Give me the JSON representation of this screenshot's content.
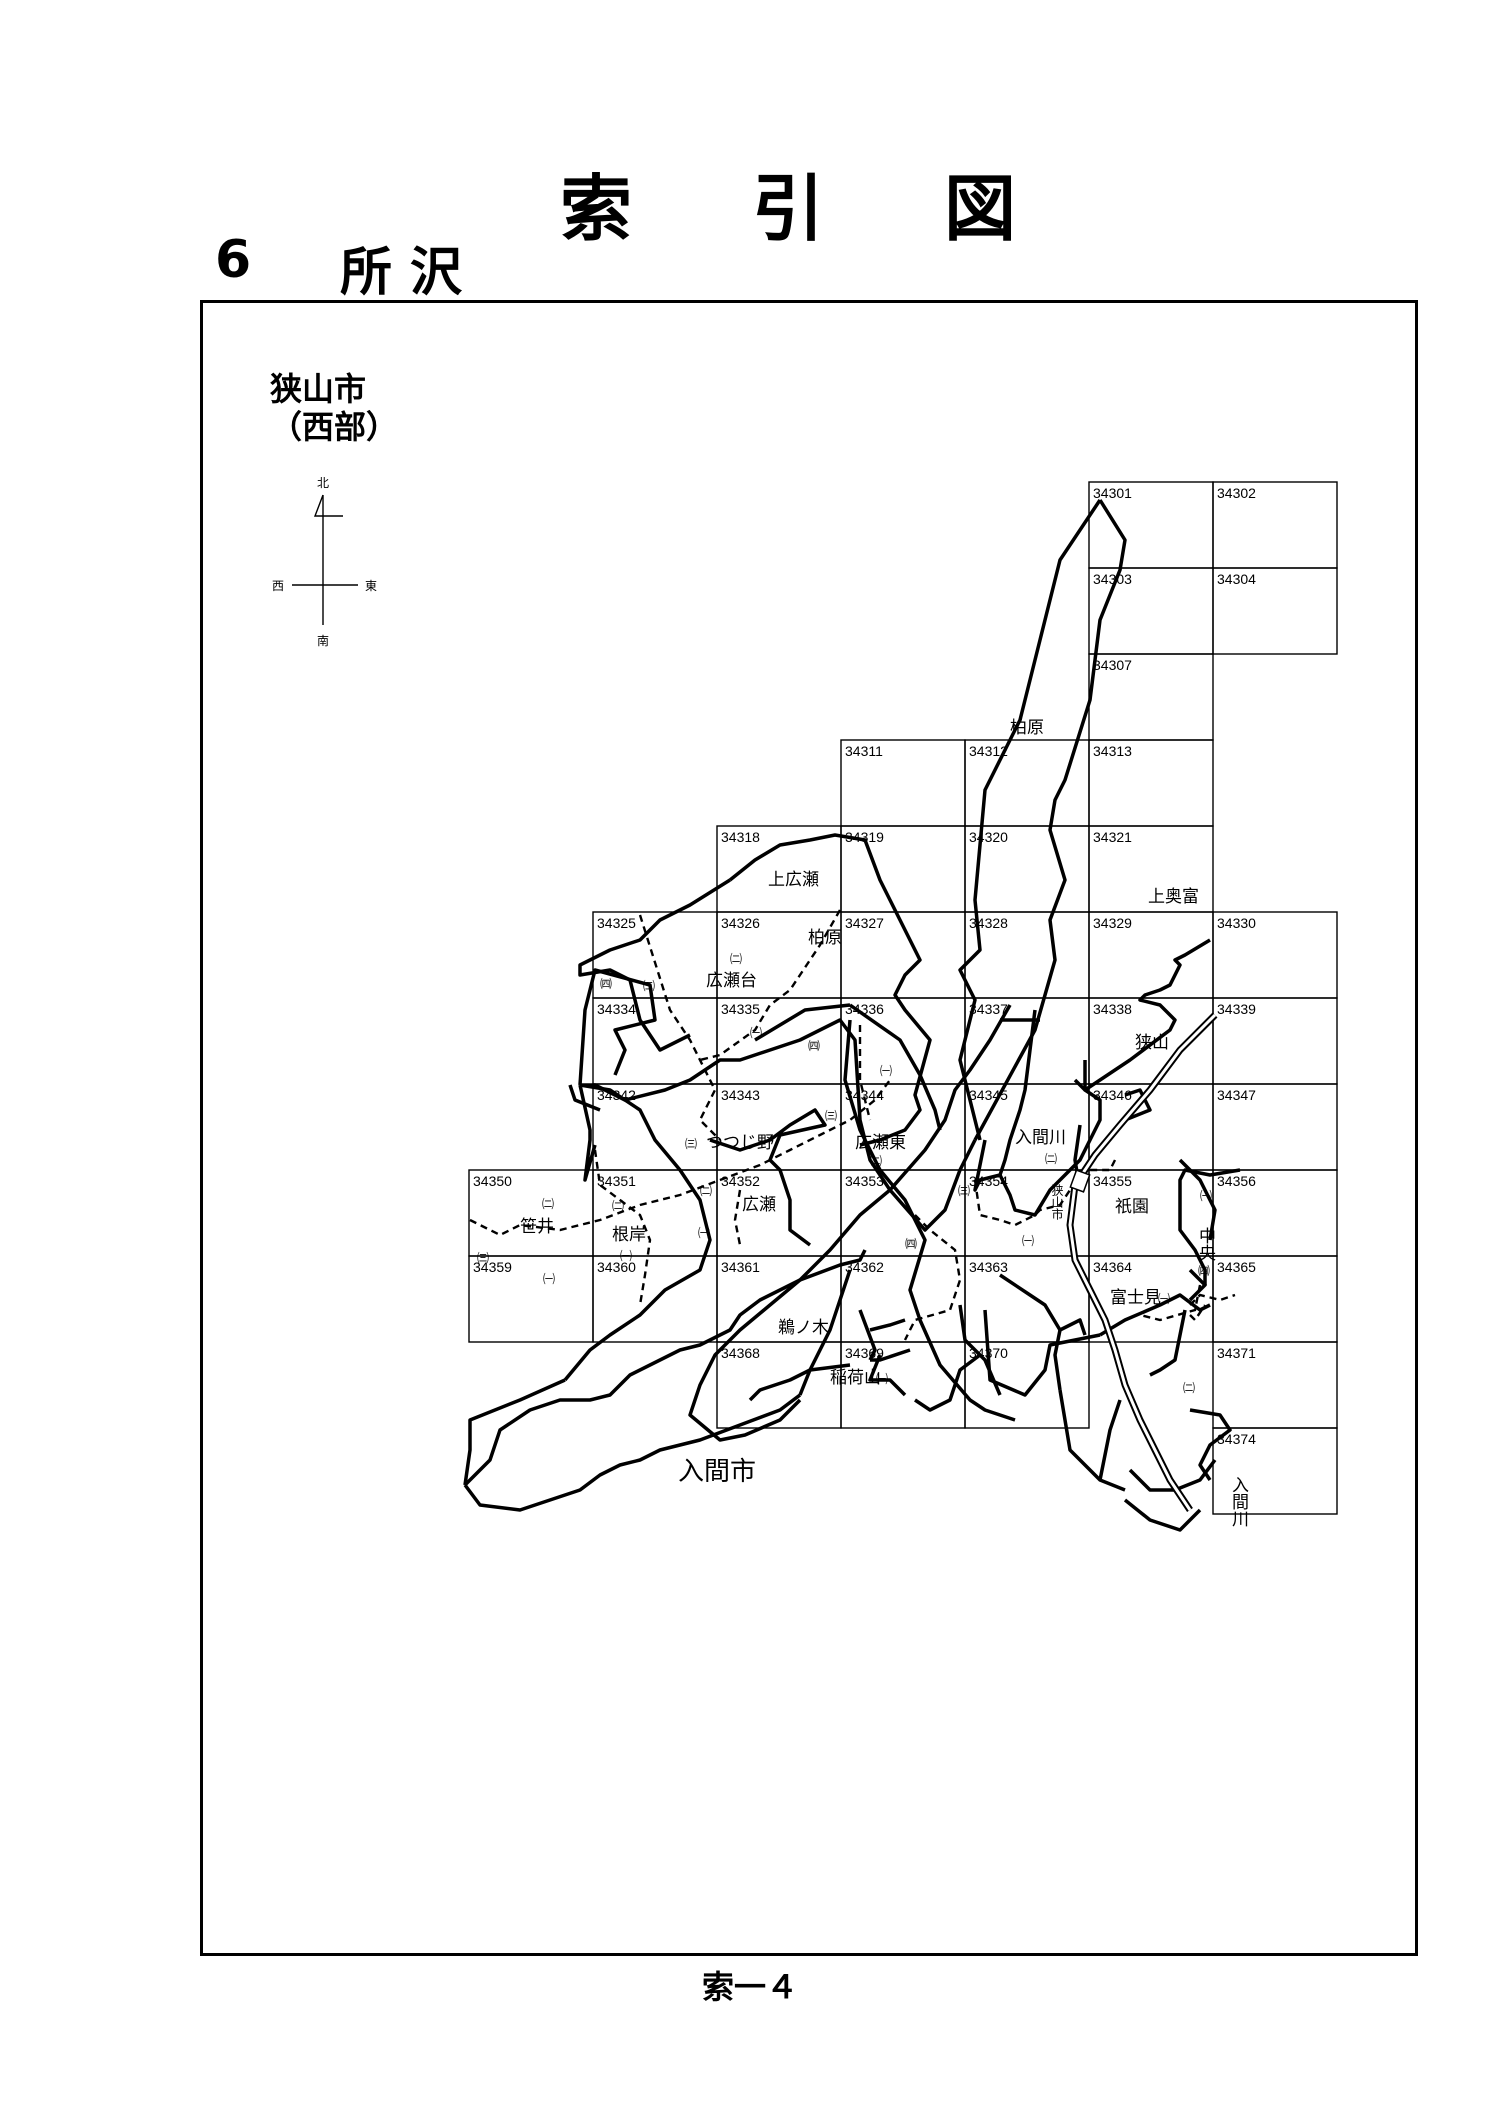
{
  "header": {
    "title_chars": [
      "索",
      "引",
      "図"
    ],
    "section_number": "6",
    "section_name": "所沢"
  },
  "region": {
    "line1": "狭山市",
    "line2": "（西部）"
  },
  "compass": {
    "north": "北",
    "south": "南",
    "east": "東",
    "west": "西"
  },
  "grid_cells": [
    {
      "id": "34301",
      "col": 6,
      "row": 0
    },
    {
      "id": "34302",
      "col": 7,
      "row": 0
    },
    {
      "id": "34303",
      "col": 6,
      "row": 1
    },
    {
      "id": "34304",
      "col": 7,
      "row": 1
    },
    {
      "id": "34307",
      "col": 6,
      "row": 2
    },
    {
      "id": "34311",
      "col": 4,
      "row": 3
    },
    {
      "id": "34312",
      "col": 5,
      "row": 3
    },
    {
      "id": "34313",
      "col": 6,
      "row": 3
    },
    {
      "id": "34318",
      "col": 3,
      "row": 4
    },
    {
      "id": "34319",
      "col": 4,
      "row": 4
    },
    {
      "id": "34320",
      "col": 5,
      "row": 4
    },
    {
      "id": "34321",
      "col": 6,
      "row": 4
    },
    {
      "id": "34325",
      "col": 2,
      "row": 5
    },
    {
      "id": "34326",
      "col": 3,
      "row": 5
    },
    {
      "id": "34327",
      "col": 4,
      "row": 5
    },
    {
      "id": "34328",
      "col": 5,
      "row": 5
    },
    {
      "id": "34329",
      "col": 6,
      "row": 5
    },
    {
      "id": "34330",
      "col": 7,
      "row": 5
    },
    {
      "id": "34334",
      "col": 2,
      "row": 6
    },
    {
      "id": "34335",
      "col": 3,
      "row": 6
    },
    {
      "id": "34336",
      "col": 4,
      "row": 6
    },
    {
      "id": "34337",
      "col": 5,
      "row": 6
    },
    {
      "id": "34338",
      "col": 6,
      "row": 6
    },
    {
      "id": "34339",
      "col": 7,
      "row": 6
    },
    {
      "id": "34342",
      "col": 2,
      "row": 7
    },
    {
      "id": "34343",
      "col": 3,
      "row": 7
    },
    {
      "id": "34344",
      "col": 4,
      "row": 7
    },
    {
      "id": "34345",
      "col": 5,
      "row": 7
    },
    {
      "id": "34346",
      "col": 6,
      "row": 7
    },
    {
      "id": "34347",
      "col": 7,
      "row": 7
    },
    {
      "id": "34350",
      "col": 1,
      "row": 8
    },
    {
      "id": "34351",
      "col": 2,
      "row": 8
    },
    {
      "id": "34352",
      "col": 3,
      "row": 8
    },
    {
      "id": "34353",
      "col": 4,
      "row": 8
    },
    {
      "id": "34354",
      "col": 5,
      "row": 8
    },
    {
      "id": "34355",
      "col": 6,
      "row": 8
    },
    {
      "id": "34356",
      "col": 7,
      "row": 8
    },
    {
      "id": "34359",
      "col": 1,
      "row": 9
    },
    {
      "id": "34360",
      "col": 2,
      "row": 9
    },
    {
      "id": "34361",
      "col": 3,
      "row": 9
    },
    {
      "id": "34362",
      "col": 4,
      "row": 9
    },
    {
      "id": "34363",
      "col": 5,
      "row": 9
    },
    {
      "id": "34364",
      "col": 6,
      "row": 9
    },
    {
      "id": "34365",
      "col": 7,
      "row": 9
    },
    {
      "id": "34368",
      "col": 3,
      "row": 10
    },
    {
      "id": "34369",
      "col": 4,
      "row": 10
    },
    {
      "id": "34370",
      "col": 5,
      "row": 10
    },
    {
      "id": "34371",
      "col": 7,
      "row": 10
    },
    {
      "id": "34374",
      "col": 7,
      "row": 11
    }
  ],
  "place_labels": {
    "kashiwabara_n": "柏原",
    "kamihirose": "上広瀬",
    "kashiwabara_s": "柏原",
    "kamiokutomi": "上奥富",
    "hiroseda": "広瀬台",
    "sayama": "狭山",
    "tsutsujino": "つつじ野",
    "hirose_higashi": "広瀬東",
    "irumagawa": "入間川",
    "hirose": "広瀬",
    "sasai": "笹井",
    "negishi": "根岸",
    "gion": "祇園",
    "chuo": "中央",
    "fujimi": "富士見",
    "unoki": "鵜ノ木",
    "inariyama": "稲荷山",
    "sayamashi_vertical": "狭山市",
    "irumashi": "入間市",
    "irumagawa_river": "入間川"
  },
  "sub_labels": {
    "k_ni": "㈡",
    "k_yon": "㈣",
    "k_san": "㈢",
    "k_ichi": "㈠"
  },
  "footer": {
    "page_label": "索一４"
  }
}
